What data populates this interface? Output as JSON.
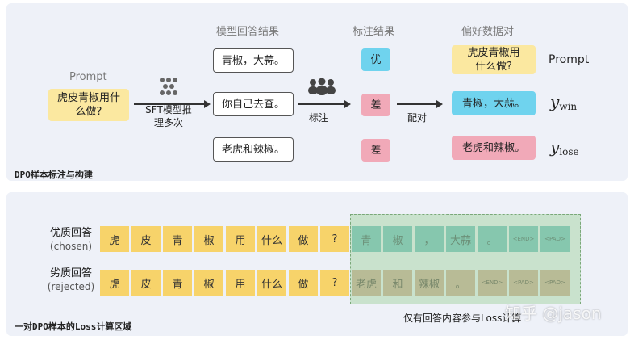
{
  "top": {
    "header_model": "模型回答结果",
    "header_label": "标注结果",
    "header_pref": "偏好数据对",
    "prompt_label": "Prompt",
    "prompt_text": "虎皮青椒用什么做?",
    "sft_label": "SFT模型推理多次",
    "answers": [
      "青椒，大蒜。",
      "你自己去查。",
      "老虎和辣椒。"
    ],
    "grades": [
      "优",
      "差",
      "差"
    ],
    "annotate_label": "标注",
    "pair_label": "配对",
    "pref_prompt": "虎皮青椒用什么做?",
    "pref_win": "青椒，大蒜。",
    "pref_lose": "老虎和辣椒。",
    "pref_prompt_label": "Prompt",
    "math_y": "y",
    "math_win": "win",
    "math_lose": "lose",
    "caption": "DPO样本标注与构建"
  },
  "bottom": {
    "chosen_label": "优质回答",
    "chosen_sub": "(chosen)",
    "rejected_label": "劣质回答",
    "rejected_sub": "(rejected)",
    "chosen_tokens": [
      "虎",
      "皮",
      "青",
      "椒",
      "用",
      "什么",
      "做",
      "?",
      "青",
      "椒",
      "，",
      "大蒜",
      "。",
      "<END>",
      "<PAD>"
    ],
    "rejected_tokens": [
      "虎",
      "皮",
      "青",
      "椒",
      "用",
      "什么",
      "做",
      "?",
      "老虎",
      "和",
      "辣椒",
      "。",
      "<END>",
      "<PAD>",
      "<PAD>"
    ],
    "note": "仅有回答内容参与Loss计算",
    "caption": "一对DPO样本的Loss计算区域"
  },
  "watermark": "知乎 @jason",
  "colors": {
    "prompt_token": "#f7d36a",
    "chosen_token": "#5ab5b3",
    "rejected_token": "#c79c7f",
    "win_box": "#6fd3ee",
    "lose_box": "#f1a9b8"
  }
}
